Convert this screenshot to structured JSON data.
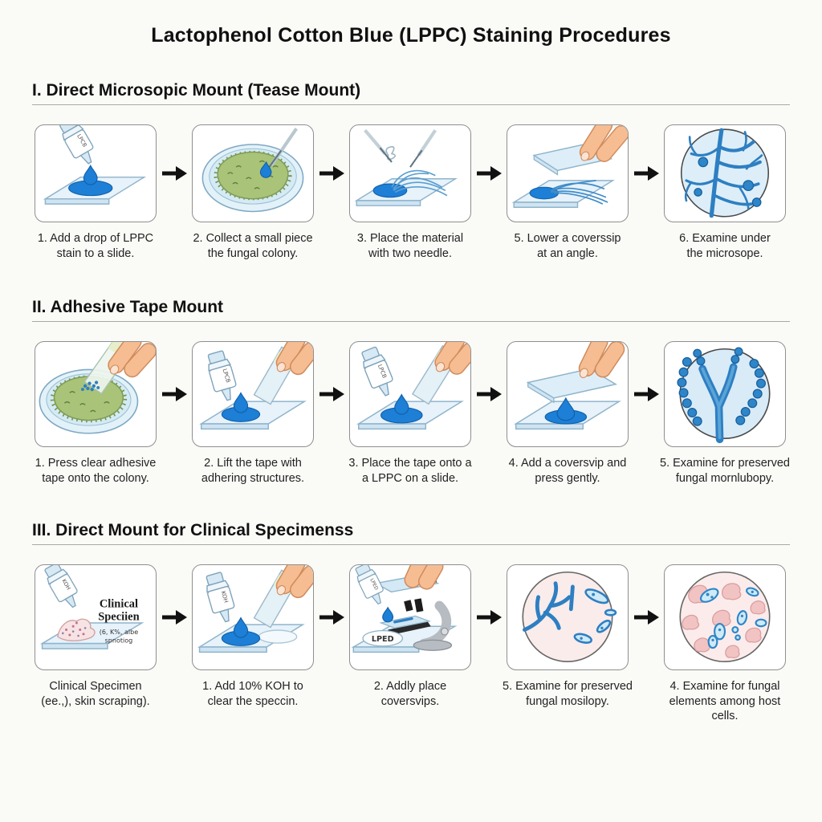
{
  "title": "Lactophenol Cotton Blue (LPPC) Staining Procedures",
  "sections": [
    {
      "heading": "I. Direct Microsopic Mount (Tease Mount)",
      "steps": [
        {
          "illustration": "add-drop-of-stain-to-slide",
          "caption": "1. Add a drop of LPPC\nstain to a slide."
        },
        {
          "illustration": "collect-piece-of-fungal-colony",
          "caption": "2. Collect a small piece\nthe fungal colony."
        },
        {
          "illustration": "tease-material-with-two-needles",
          "caption": "3. Place the material\nwith two needle."
        },
        {
          "illustration": "lower-coverslip-at-angle",
          "caption": "5. Lower a coverssip\nat an angle."
        },
        {
          "illustration": "microscope-view-hyphae",
          "caption": "6. Examine under\nthe microsope."
        }
      ]
    },
    {
      "heading": "II. Adhesive Tape Mount",
      "steps": [
        {
          "illustration": "press-tape-onto-colony",
          "caption": "1. Press clear adhesive\ntape onto the colony."
        },
        {
          "illustration": "lift-tape-with-adhering-structures",
          "caption": "2. Lift the tape with\nadhering structures."
        },
        {
          "illustration": "place-tape-onto-stain-slide",
          "caption": "3. Place the tape onto a\na LPPC on a slide."
        },
        {
          "illustration": "add-coverslip-and-press",
          "caption": "4. Add a coversvip and\npress gently."
        },
        {
          "illustration": "microscope-view-conidia-chains",
          "caption": "5. Examine for preserved\nfungal mornlubopy."
        }
      ]
    },
    {
      "heading": "III. Direct Mount for Clinical Specimenss",
      "steps": [
        {
          "illustration": "clinical-specimen-on-slide",
          "caption": "Clinical Specimen\n(ee.,), skin scraping)."
        },
        {
          "illustration": "add-koh-to-clear-specimen",
          "caption": "1. Add 10% KOH to\nclear the speccin."
        },
        {
          "illustration": "apply-coverslip-under-microscope",
          "caption": "2. Addly place\ncoversvips."
        },
        {
          "illustration": "microscope-view-fungal-morphology",
          "caption": "5. Examine for preserved\nfungal mosilopy."
        },
        {
          "illustration": "microscope-view-host-cells",
          "caption": "4. Examine for fungal\nelements among host cells."
        }
      ]
    }
  ],
  "panel_labels": {
    "bottle_lpcb": "LPCB",
    "bottle_koh": "KOH",
    "bottle_lped": "LPED",
    "slide_lped": "LPED",
    "clinical_title_line1": "Clinical",
    "clinical_title_line2": "Speciien",
    "clinical_sub_line1": "(6, K%, albe",
    "clinical_sub_line2": "spnotiog"
  },
  "colors": {
    "stain_blue": "#1d7fd6",
    "slide_blue": "#e7f2fa",
    "colony_green": "#a9c378",
    "skin": "#f6bd92",
    "lens_blue": "#dcecf8",
    "host_pink": "#f2c3c3"
  }
}
